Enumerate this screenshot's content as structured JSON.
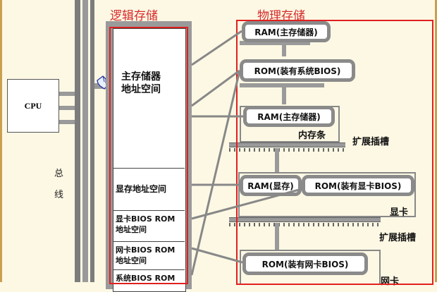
{
  "titles": {
    "logical": "逻辑存储",
    "physical": "物理存储"
  },
  "cpu": "CPU",
  "bus": {
    "char1": "总",
    "char2": "线"
  },
  "address_space": {
    "main_line1": "主存储器",
    "main_line2": "地址空间",
    "vram": "显存地址空间",
    "vga_bios_line1": "显卡BIOS ROM",
    "vga_bios_line2": "地址空间",
    "nic_bios_line1": "网卡BIOS ROM",
    "nic_bios_line2": "地址空间",
    "sys_bios_line1": "系统BIOS ROM"
  },
  "physical": {
    "ram_main_top": "RAM(主存储器)",
    "rom_system": "ROM(装有系统BIOS)",
    "ram_main_module": "RAM(主存储器)",
    "memory_stick": "内存条",
    "expansion_slot_1": "扩展插槽",
    "ram_vram": "RAM(显存)",
    "rom_vga_bios": "ROM(装有显卡BIOS)",
    "graphics_card": "显卡",
    "expansion_slot_2": "扩展插槽",
    "rom_nic_bios": "ROM(装有网卡BIOS)",
    "network_card_partial": "网卡"
  },
  "colors": {
    "annotation_red": "#e02020",
    "bus_gray": "#9a9a9a",
    "background": "#fdf8e4"
  }
}
